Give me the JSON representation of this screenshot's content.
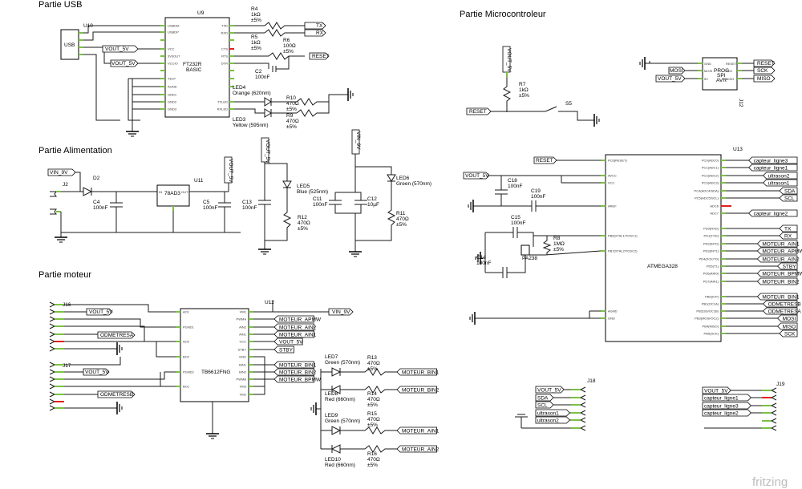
{
  "sections": {
    "usb": "Partie USB",
    "micro": "Partie Microcontroleur",
    "power": "Partie Alimentation",
    "motor": "Partie moteur"
  },
  "brand": "fritzing",
  "usb": {
    "connector_ref": "U10",
    "connector_name": "USB",
    "chip_ref": "U9",
    "chip_name": "FT232R BASIC",
    "chip_name_l1": "FT232R",
    "chip_name_l2": "BASIC",
    "chip_pins_left": [
      "USBDM",
      "USBDP",
      "",
      "VCC",
      "3V3OUT",
      "VCCIO",
      "",
      "TEST",
      "AGND",
      "GND1",
      "GND2",
      "GND3"
    ],
    "chip_pins_right": [
      "TXD",
      "RXD",
      "",
      "CTS",
      "RTS",
      "DTR",
      "",
      "",
      "",
      "TXLED",
      "RXLED"
    ],
    "r4": [
      "R4",
      "1kΩ",
      "±5%"
    ],
    "r5": [
      "R5",
      "1kΩ",
      "±5%"
    ],
    "r6": [
      "R6",
      "100Ω",
      "±5%"
    ],
    "c2": [
      "C2",
      "100nF"
    ],
    "led4": [
      "LED4",
      "Orange (620nm)"
    ],
    "led3": [
      "LED3",
      "Yellow (595nm)"
    ],
    "r10": [
      "R10",
      "470Ω",
      "±5%"
    ],
    "r9": [
      "R9",
      "470Ω",
      "±5%"
    ],
    "flags": [
      "TX",
      "RX",
      "RESET",
      "VOUT_5V",
      "VOUT_5V"
    ]
  },
  "micro_top": {
    "vout_flag": "VOUT_5V",
    "r7": [
      "R7",
      "1kΩ",
      "±5%"
    ],
    "reset_flag": "RESET",
    "switch": "S5",
    "prog_ref": "J12",
    "prog_name": "PROG SPI AVR",
    "prog_name_l1": "PROG",
    "prog_name_l2": "SPI",
    "prog_name_l3": "AVR",
    "prog_pins_left": [
      "GND",
      "MOSI",
      "5V"
    ],
    "prog_pins_right": [
      "RESET",
      "SCK",
      "MISO"
    ],
    "prog_flags_left": [
      "MOSI",
      "VOUT_5V"
    ],
    "prog_flags_right": [
      "RESET",
      "SCK",
      "MISO"
    ]
  },
  "power": {
    "vin_flag": "VIN_9V",
    "j2": "J2",
    "d2": "D2",
    "c4": [
      "C4",
      "100nF"
    ],
    "reg_ref": "U11",
    "reg_name": "78AD3",
    "reg_pin_in": "IN",
    "reg_pin_out": "OUT",
    "c5": [
      "C5",
      "100nF"
    ],
    "vout_flag": "VOUT_5V",
    "c13": [
      "C13",
      "100nF"
    ],
    "led5": [
      "LED5",
      "Blue (525nm)"
    ],
    "r12": [
      "R12",
      "470Ω",
      "±5%"
    ],
    "vin_flag2": "VIN_9V",
    "c11": [
      "C11",
      "100nF"
    ],
    "c12": [
      "C12",
      "10µF"
    ],
    "led6": [
      "LED6",
      "Green (570nm)"
    ],
    "r11": [
      "R11",
      "470Ω",
      "±5%"
    ]
  },
  "mcu": {
    "ref": "U13",
    "name": "ATMEGA328",
    "reset_flag": "RESET",
    "vout_flag": "VOUT_5V",
    "c18": [
      "C18",
      "100nF"
    ],
    "c19": [
      "C19",
      "100nF"
    ],
    "c15": [
      "C15",
      "100nF"
    ],
    "c14": [
      "C14",
      "100nF"
    ],
    "r8": [
      "R8",
      "1MΩ",
      "±5%"
    ],
    "quartz": "PA238",
    "pins_left": [
      "PC6(RESET)",
      "AVCC",
      "VCC",
      "AREF",
      "PB6(XTAL1/TOSC1)",
      "PB7(XTAL2/TOSC2)",
      "AGND",
      "GND"
    ],
    "pins_right": [
      "PC0(ADC0)",
      "PC1(ADC1)",
      "PC2(ADC2)",
      "PC3(ADC3)",
      "PC4(ADC4/SDA)",
      "PC5(ADC5/SCL)",
      "ADC6",
      "ADC7",
      "PD0(RXD)",
      "PD1(TXD)",
      "PD2(INT0)",
      "PD3(INT1)",
      "PD4(XCK/T0)",
      "PD5(T1)",
      "PD6(AIN0)",
      "PD7(AIN1)",
      "PB0(ICP)",
      "PB1(OC1A)",
      "PB2(SS/OC1B)",
      "PB3(MOSI/OC2)",
      "PB4(MISO)",
      "PB5(SCK)"
    ],
    "flags_right": [
      "capteur_ligne3",
      "capteur_ligne1",
      "ultrason2",
      "ultrason1",
      "SDA",
      "SCL",
      "capteur_ligne2",
      "TX",
      "RX",
      "MOTEUR_AIN1",
      "MOTEUR_APMW",
      "MOTEUR_AIN2",
      "STBY",
      "MOTEUR_BPMW",
      "MOTEUR_BIN2",
      "MOTEUR_BIN1",
      "ODMETRESB",
      "ODMETRESA",
      "MOSI",
      "MISO",
      "SCK"
    ]
  },
  "motor": {
    "j16": "J16",
    "j17": "J17",
    "flags_j16": [
      "VOUT_5V",
      "ODMETRESA"
    ],
    "flags_j17": [
      "VOUT_5V",
      "ODMETRESB"
    ],
    "drv_ref": "U12",
    "drv_name": "TB6612FNG",
    "drv_pins_left": [
      "AO1",
      "PGND1",
      "AO2",
      "BO2",
      "PGND2",
      "BO1"
    ],
    "drv_pins_right": [
      "VM1",
      "PWMA",
      "AIN2",
      "AIN1",
      "VCC",
      "STBY",
      "GND",
      "BIN1",
      "BIN2",
      "PWMB",
      "VM3",
      "VM2"
    ],
    "drv_flags_right": [
      "MOTEUR_APMW",
      "MOTEUR_AIN2",
      "MOTEUR_AIN1",
      "VOUT_5V",
      "STBY",
      "MOTEUR_BIN1",
      "MOTEUR_BIN2",
      "MOTEUR_BPMW"
    ],
    "vin_flag": "VIN_9V",
    "led7": [
      "LED7",
      "Green (570nm)"
    ],
    "led8": [
      "LED8",
      "Red (660nm)"
    ],
    "led9": [
      "LED9",
      "Green (570nm)"
    ],
    "led10": [
      "LED10",
      "Red (660nm)"
    ],
    "r13": [
      "R13",
      "470Ω",
      "±5%"
    ],
    "r14": [
      "R14",
      "470Ω",
      "±5%"
    ],
    "r15": [
      "R15",
      "470Ω",
      "±5%"
    ],
    "r16": [
      "R16",
      "470Ω",
      "±5%"
    ],
    "led_flags": [
      "MOTEUR_BIN1",
      "MOTEUR_BIN2",
      "MOTEUR_AIN1",
      "MOTEUR_AIN2"
    ]
  },
  "j18": {
    "ref": "J18",
    "flags": [
      "VOUT_5V",
      "SDA",
      "SCL",
      "ultrason1",
      "ultrason2"
    ]
  },
  "j19": {
    "ref": "J19",
    "flags": [
      "VOUT_5V",
      "capteur_ligne1",
      "capteur_ligne3",
      "capteur_ligne2"
    ]
  }
}
